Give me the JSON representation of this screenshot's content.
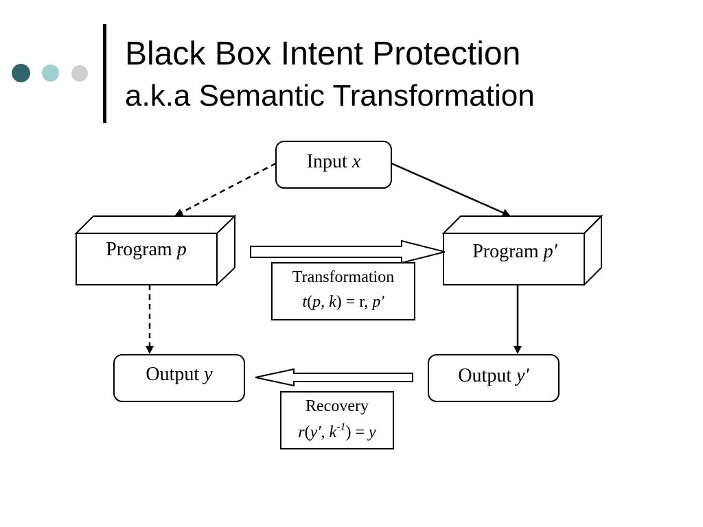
{
  "title": {
    "line1": "Black Box Intent Protection",
    "line2": "a.k.a Semantic Transformation"
  },
  "colors": {
    "dot1": "#2f6468",
    "dot2": "#9fcfcf",
    "dot3": "#cfcfcf"
  },
  "diagram": {
    "input": {
      "label": "Input ",
      "var": "x"
    },
    "program_p": {
      "label": "Program ",
      "var": "p"
    },
    "program_p_prime": {
      "label": "Program ",
      "var": "p′"
    },
    "output_y": {
      "label": "Output ",
      "var": "y"
    },
    "output_y_prime": {
      "label": "Output ",
      "var": "y′"
    },
    "transformation": {
      "title": "Transformation",
      "f": "t",
      "args_p": "p",
      "comma1": ", ",
      "args_k": "k",
      "eq": ") = r, ",
      "result": "p′"
    },
    "recovery": {
      "title": "Recovery",
      "f": "r",
      "arg_y": "y′",
      "comma": ", ",
      "arg_k": "k",
      "exp": "-1",
      "eq": ") = ",
      "result": "y"
    }
  }
}
